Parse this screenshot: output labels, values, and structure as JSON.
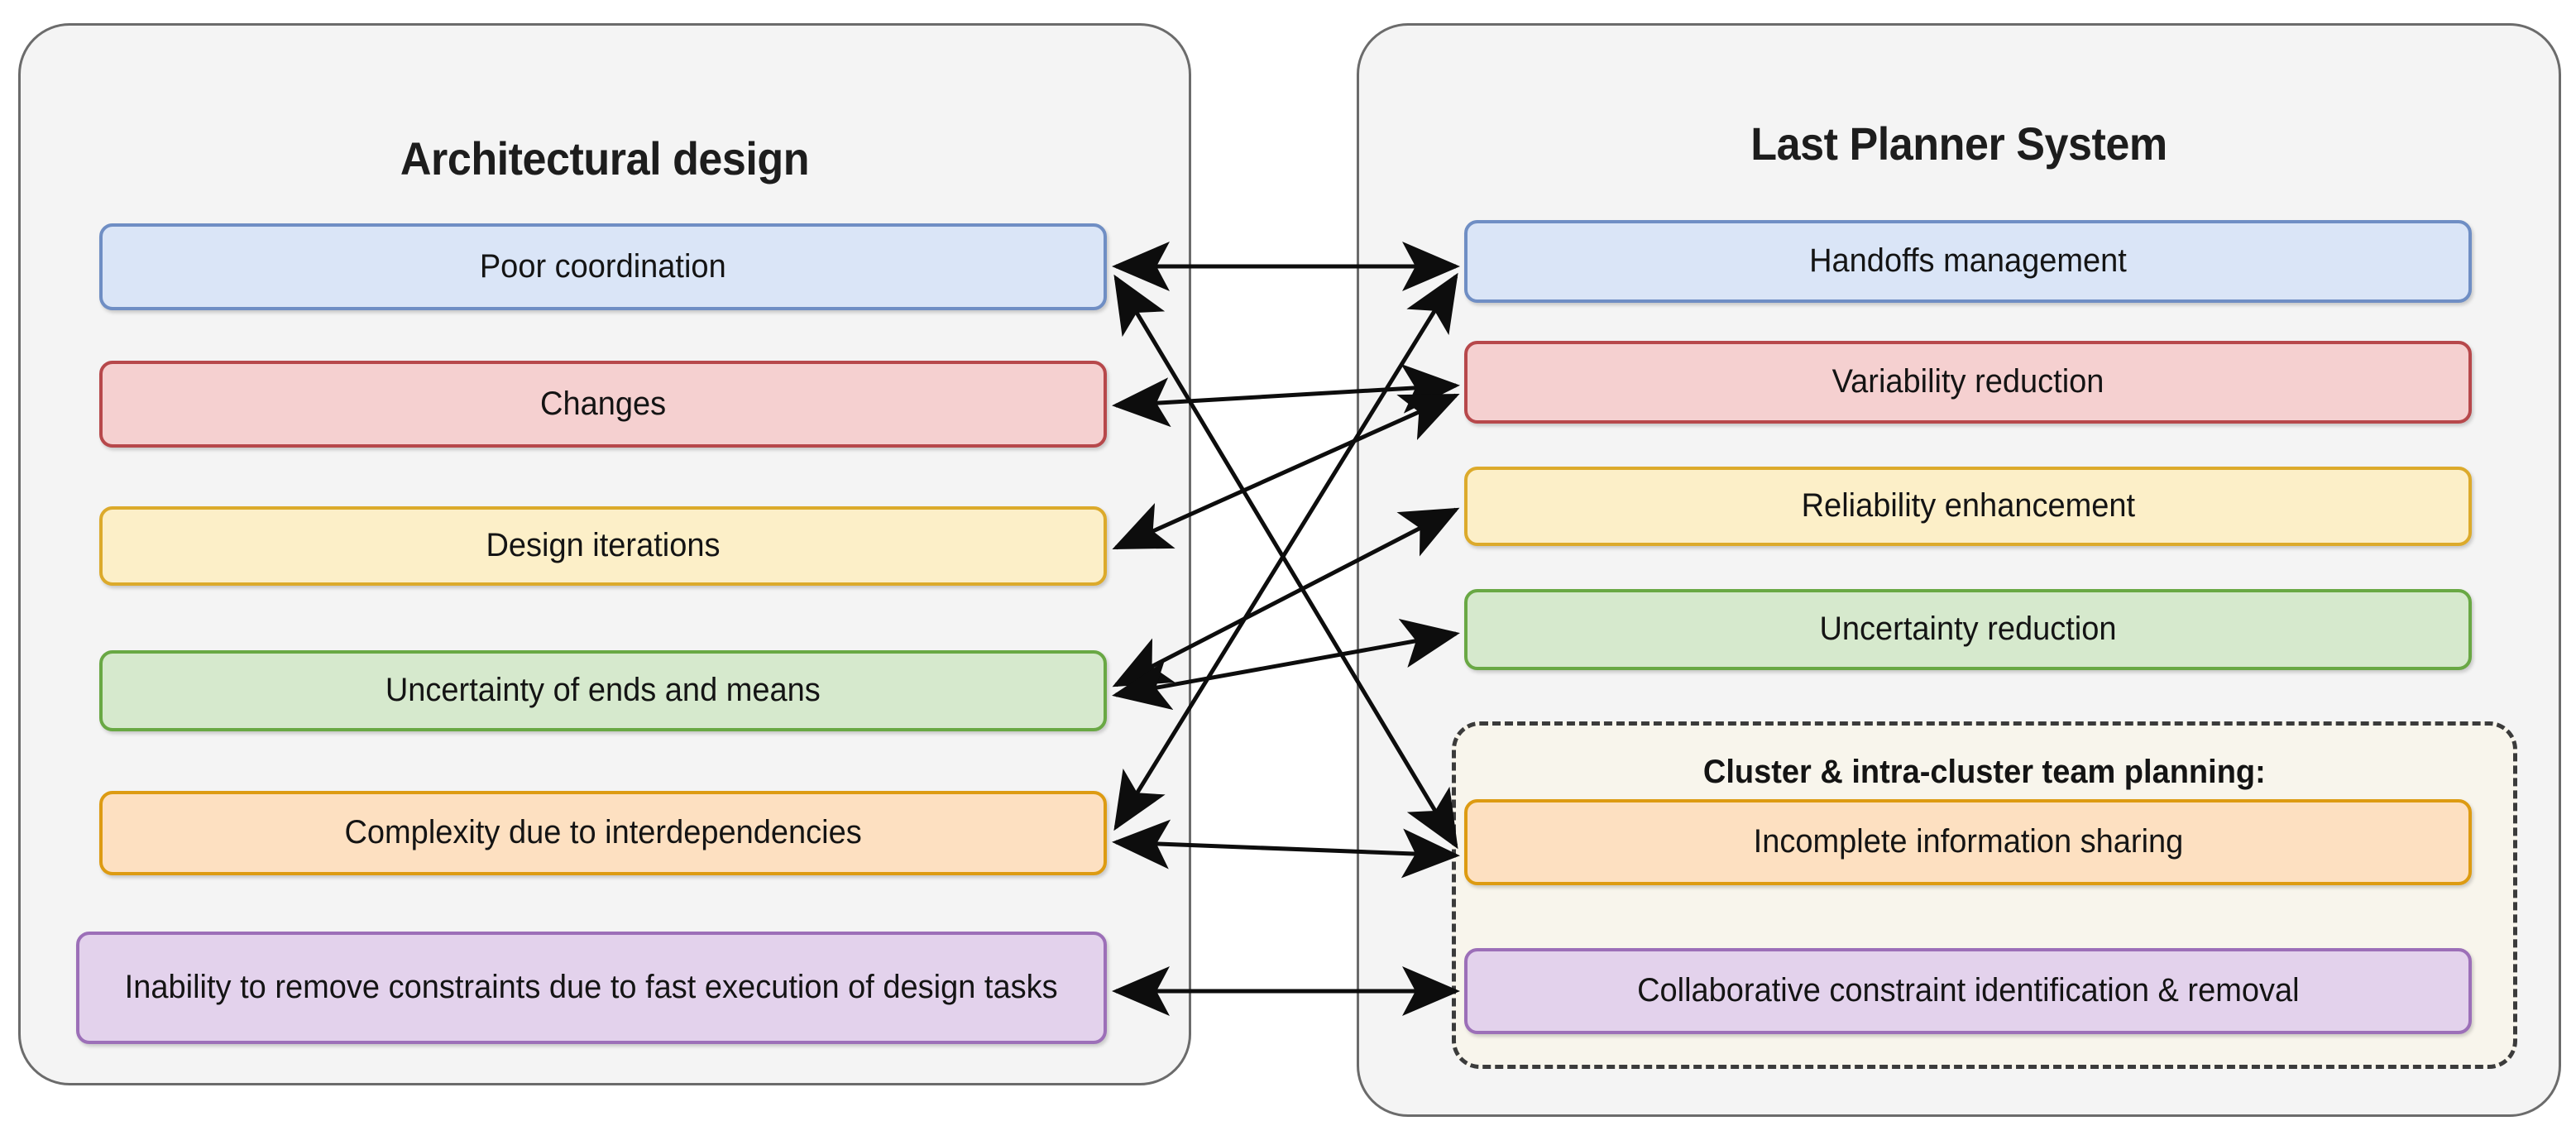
{
  "left_panel": {
    "title": "Architectural design",
    "items": [
      {
        "label": "Poor coordination",
        "color": "blue"
      },
      {
        "label": "Changes",
        "color": "red"
      },
      {
        "label": "Design iterations",
        "color": "yellow"
      },
      {
        "label": "Uncertainty of ends and means",
        "color": "green"
      },
      {
        "label": "Complexity due to interdependencies",
        "color": "orange"
      },
      {
        "label": "Inability to remove constraints due to fast execution of design tasks",
        "color": "purple"
      }
    ]
  },
  "right_panel": {
    "title": "Last Planner System",
    "items": [
      {
        "label": "Handoffs management",
        "color": "blue"
      },
      {
        "label": "Variability reduction",
        "color": "red"
      },
      {
        "label": "Reliability enhancement",
        "color": "yellow"
      },
      {
        "label": "Uncertainty reduction",
        "color": "green"
      }
    ],
    "cluster": {
      "label": "Cluster & intra-cluster team planning:",
      "items": [
        {
          "label": "Incomplete information sharing",
          "color": "orange"
        },
        {
          "label": "Collaborative constraint identification & removal",
          "color": "purple"
        }
      ]
    }
  },
  "colors": {
    "panel_fill": "#f4f4f4",
    "panel_border": "#6b6b6b",
    "cluster_fill": "#f8f5ec",
    "cluster_border": "#3b3b3b",
    "arrow": "#0d0d0d",
    "blue_fill": "#dae5f7",
    "blue_border": "#6f8ec4",
    "red_fill": "#f5d0d0",
    "red_border": "#b7484b",
    "yellow_fill": "#fcefc8",
    "yellow_border": "#dcaa2b",
    "green_fill": "#d6e9cd",
    "green_border": "#69a844",
    "orange_fill": "#fde0c1",
    "orange_border": "#dd9b12",
    "purple_fill": "#e3d2ec",
    "purple_border": "#9c6fb8"
  },
  "connections": [
    {
      "from": "Poor coordination",
      "to": "Handoffs management",
      "direction": "both"
    },
    {
      "from": "Poor coordination",
      "to": "Incomplete information sharing",
      "direction": "both"
    },
    {
      "from": "Changes",
      "to": "Variability reduction",
      "direction": "both"
    },
    {
      "from": "Design iterations",
      "to": "Variability reduction",
      "direction": "both"
    },
    {
      "from": "Uncertainty of ends and means",
      "to": "Reliability enhancement",
      "direction": "both"
    },
    {
      "from": "Uncertainty of ends and means",
      "to": "Uncertainty reduction",
      "direction": "both"
    },
    {
      "from": "Complexity due to interdependencies",
      "to": "Handoffs management",
      "direction": "both"
    },
    {
      "from": "Complexity due to interdependencies",
      "to": "Incomplete information sharing",
      "direction": "both"
    },
    {
      "from": "Inability to remove constraints due to fast execution of design tasks",
      "to": "Collaborative constraint identification & removal",
      "direction": "both"
    }
  ]
}
